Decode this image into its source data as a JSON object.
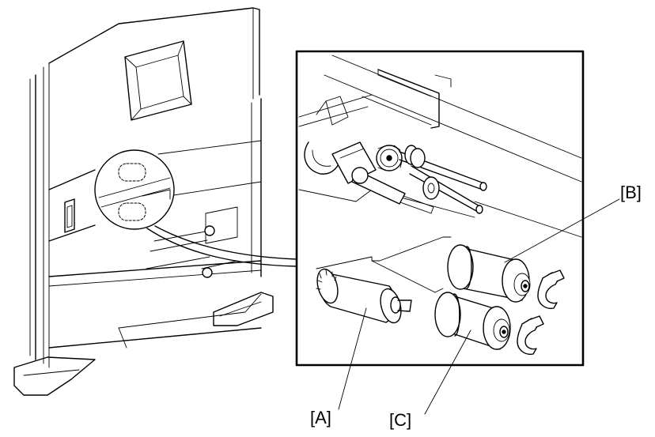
{
  "labels": {
    "a": "[A]",
    "b": "[B]",
    "c": "[C]"
  }
}
